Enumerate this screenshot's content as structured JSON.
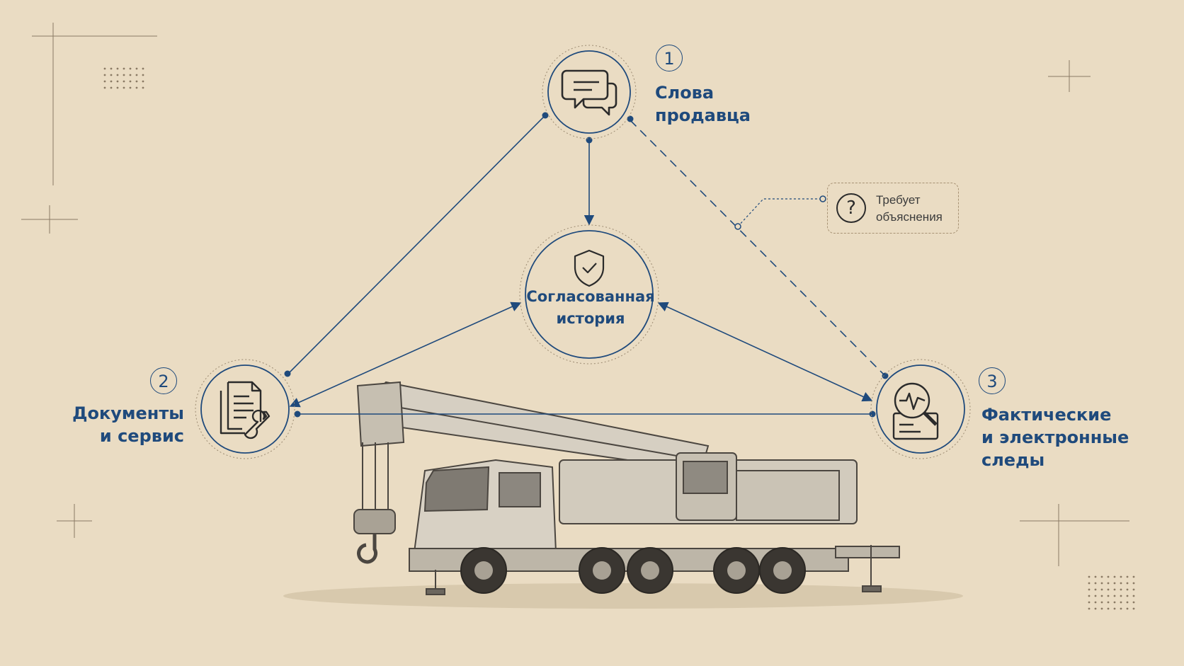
{
  "nodes": {
    "seller": {
      "number": "1",
      "line1": "Слова",
      "line2": "продавца",
      "icon": "chat-bubbles-icon"
    },
    "documents": {
      "number": "2",
      "line1": "Документы",
      "line2": "и сервис",
      "icon": "document-wrench-icon"
    },
    "facts": {
      "number": "3",
      "line1": "Фактические",
      "line2": "и электронные",
      "line3": "следы",
      "icon": "magnifier-pulse-icon"
    }
  },
  "center": {
    "line1": "Согласованная",
    "line2": "история",
    "icon": "shield-check-icon"
  },
  "note": {
    "line1": "Требует",
    "line2": "объяснения",
    "icon": "question-icon"
  },
  "image": {
    "subject": "mobile-crane-truck"
  },
  "colors": {
    "accent": "#1f4a7c",
    "background": "#eadcc3",
    "dashed_connector": "#1f4a7c"
  }
}
